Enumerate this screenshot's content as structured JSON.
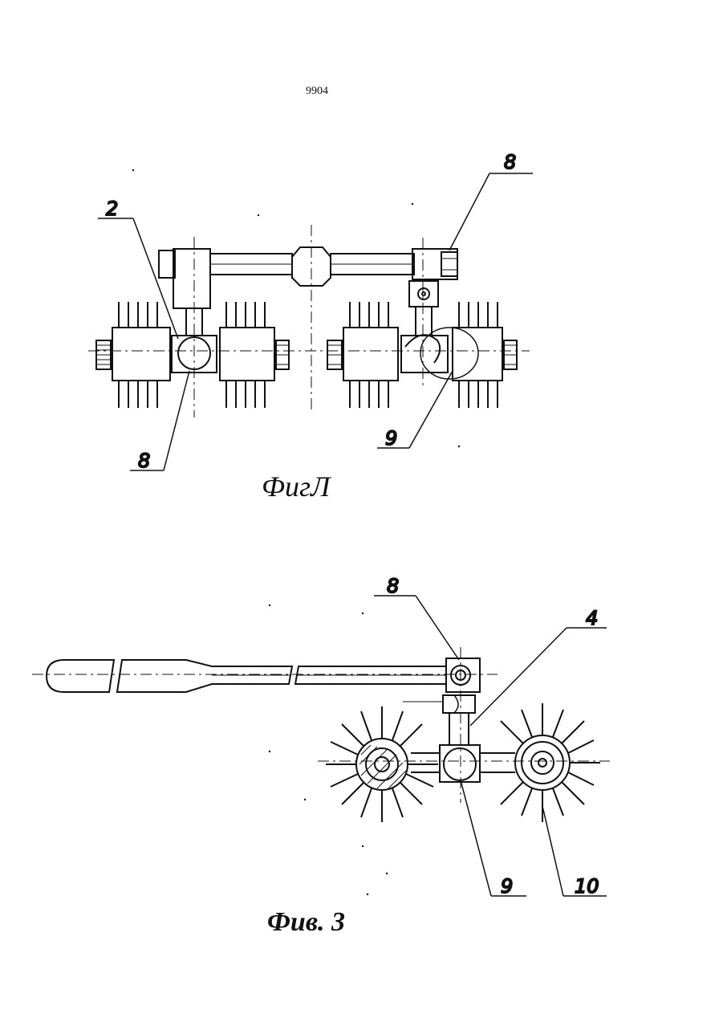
{
  "page": {
    "number": "9904"
  },
  "figure1": {
    "caption": "ФигЛ",
    "labels": {
      "top_right": "8",
      "top_left": "2",
      "bottom_left": "8",
      "bottom_right": "9"
    }
  },
  "figure3": {
    "caption": "Фив. 3",
    "labels": {
      "top": "8",
      "right_top": "4",
      "bottom_left": "9",
      "bottom_right": "10"
    }
  }
}
